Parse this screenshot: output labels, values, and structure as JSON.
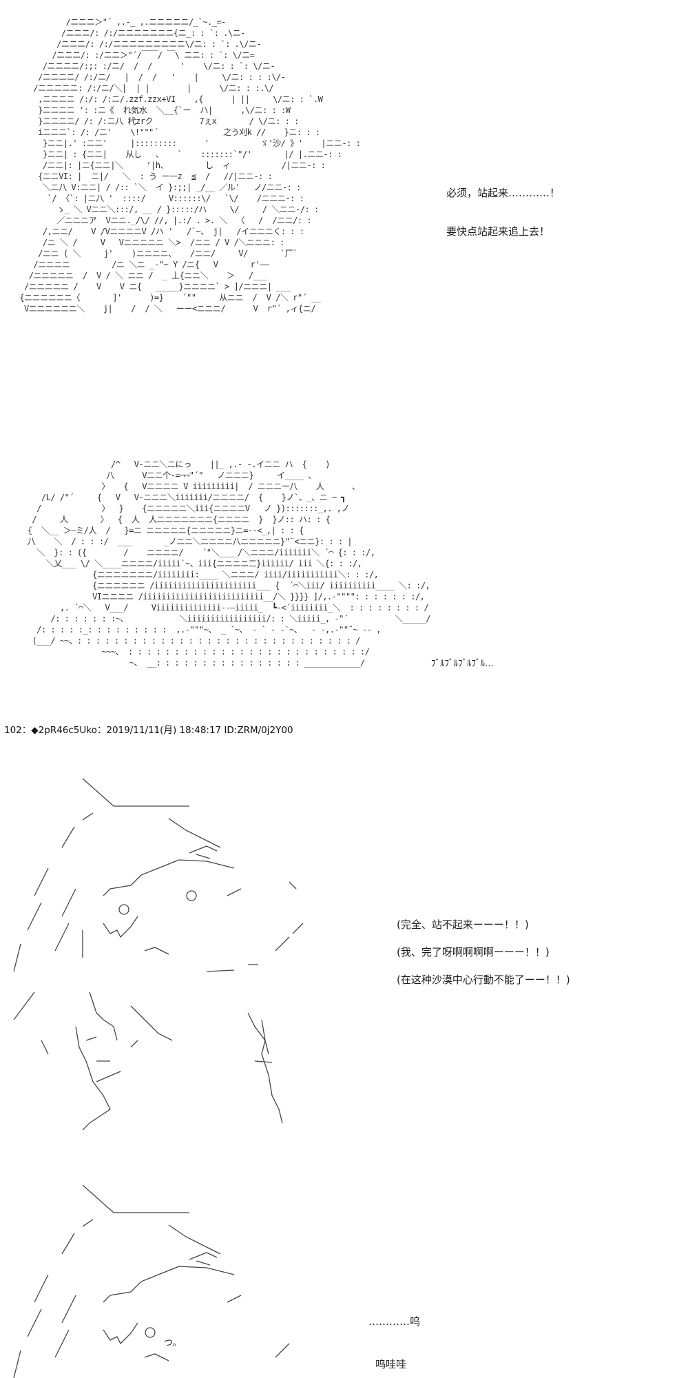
{
  "panel1": {
    "art_lines": [
      "             /ニニニ＞\"´ ,.-_ ,.ニニニニニ/_`~._=-",
      "            /ニニニ/: /:/ニニニニニニニ{ニ_: : `: .\\ニ-",
      "           /ニニニ/: /:/ニニニニニニニニニ\\/ニ: : `: .\\/ニ-",
      "          /ニニニ/: :/ニニ＞\"´/￣￣/ ￣\\ ニニ: : `: \\/ニ=",
      "        /ニニニニ/:;: :/ニ/  /  /      '    \\/ニ: : `: \\/ニ-",
      "       /ニニニニ/ /:/ニ/   |  /  /   '    |     \\/ニ: : : :\\/-",
      "      /ニニニニニ: /:/ニ/＼|  | |        |      \\/ニ: : :.\\/",
      "       ,ニニニニ /:/: /:ニ/.zzf.zzx+VI    ,{      | ||     \\/ニ: : `.W",
      "       }ニニニニ ': :ニ《  れ気水  ＼__{`ー  ハ|      ,\\/ニ: : :W",
      "       }ニニニニ/ /: /:ニ八 杙zrク          7ぇx       / \\/ニ: : :",
      "       iニニニ`: /: /ニ'    \\!\"\"\"´              之う刈k //    }ニ: : :",
      "        }ニニ|.' :ニニ'     |:::::::::      '           ゞ'沙/ 》'    |ニニ-: :",
      "        }ニニ| : {ニニ|    从し   、   `    :::::::`\"/'       |/ |.ニニ-: :",
      "        /ニニ|: |ニ{ニニ|＼     '|h、        し  ィ           /|ニニ-: :",
      "       {ニニVI: |  ニ|/   ＼  : う ー一z  ≦  /   //|ニニ-: :",
      "        ＼ニ八 V:ニニ| / /:: `＼  イ }:;;| _/__ ／ル'   ノ/ニニ-: :",
      "         `/ 〈`: |ニ八 '  ::::/     V::::::\\/   `\\/    /ニニニ-: :",
      "           ゝ_ ＼ Vニニ＼:::/, __ / }:::::/ハ     \\/     / ＼ニニ-/: :",
      "           ／ニニニア  Vニニ._/\\/ //, |.:/ . >. ＼  〈   /  /ニニ/: :",
      "        /,ニニ/    V /VニニニニV /ハ '   /`~、 j|   /イニニニく: : :",
      "        /ニ ＼ /     V   Vニニニニニ ＼>  /ニニ / V /＼ニニニ: :",
      "       /ニニ ( ＼     j'    )ニニニニ、   /ニニ/     V/       `厂`",
      "      /ニニニニ         /ニ ＼ニ _-\"~ Y /ニ{   V       r'――",
      "     /ニニニニニ  /  V / ＼ ニニ /  _ 丄{ニニ＼    ＞   /___",
      "    /ニニニニニ /    V    V ニ{   _____}ニニニニ` > ]/ニニニ| ___",
      "   {ニニニニニニ〈       ]'      )=}    ´\"\"     从ニニ  /  V /＼ r\"´ __",
      "    Vニニニニニニ＼    j|    /  / ＼   ーー<ニニニ/      V  r\"´ ,ィ{ニ/"
    ],
    "dialogue": [
      "必须，站起来…………！",
      "要快点站起来追上去！"
    ]
  },
  "panel2": {
    "art_lines": [
      "                       /^   V-ニニ＼ニにっ    ||_ ,.- -.イニニ ハ  {    )",
      "                      八      Vニニ个-=¬¬\"´\"   ノニニニ}     イ____ 、",
      "                     〉   {   Vニニニニ V iiiiiiiii|  / ニニニー八    人      、",
      "        /L/ /\"´     {   V   V-ニニニ＼iiiiiii/ニニニニ/  {    }ノ`、_、ニ ~ ┓",
      "       /             〉  }    {ニニニニニ＼iii{ニニニニV   ノ }):::::::_,. ,ノ",
      "      /     人       〉  {  人  人ニニニニニニニ{ニニニニ  }  }ノ:: ハ: : {",
      "     {  ＼__ ＞―ミ/人  /   }=ニ ニニニニニ{ニニニニニ}ニ=--<_,| : : {",
      "     八    ＼  / : : :/  ___       _ノニニ＼ニニニニ八ニニニニニ}\"¨<ニニ}: : : |",
      "       ＼  }: : ({        /    ニニニニ/    ´\"＼____/＼ニニニ/iiiiiii＼ ´⌒ {: : :/,",
      "         ＼乂___ \\/ ＼____ニニニニ/iiiii`~、iii{ニニニニ二}iiiiii/ iii ＼{: : :/,",
      "                   {ニニニニニニニ/iiiiiiii:____ ＼ニニニ/ iiii/iiiiiiiiiii＼: : :/,",
      "                   {ニニニニニニ /iiiiiiiiiiiiiiiiiiiiii___ {  ´⌒＼iii/ iiiiiiiiii____ ＼: :/,",
      "                   VIニニニニ /iiiiiiiiiiiiiiiiiiiiiiiiii__/＼ }}}} ]/,.-\"\"\"\": : : : : : :/,",
      "            ,. ´⌒＼   V___/     Viiiiiiiiiiiiii--―iiiii_  ┗-<´iiiiiiii_＼  : : : : : : : : /",
      "          /: : : : : : :~、           ＼iiiiiiiiiiiiiiiii/: : ＼iiiii_, -\"´          ＼_____/",
      "       /: : : : :_: : : : : : : : :  ,.-\"\"\"~、 _ `~、 - ` - -`~、  - -,.-\"\"¨~ -- ,",
      "      (___/ ~~、: : : : : : : : : : : : : : : : : : : : : : : : : : : : : : /",
      "                     ~~~、 : : : : : : : : : : : : : : : : : : : : : : : : : :/",
      "                           ~、 __: : : : : : : : : : : : : : : : ____________/"
    ],
    "sfx": "ﾌﾞﾙﾌﾞﾙﾌﾞﾙﾌﾞﾙ…"
  },
  "post": {
    "number": "102",
    "separator": "：",
    "trip": "◆2pR46c5Uko",
    "datetime": "：2019/11/11(月) 18:48:17 ID:ZRM/0j2Y00"
  },
  "panel3": {
    "dialogue": [
      "(完全、站不起来ーーー！！)",
      "(我、完了呀啊啊啊啊ーーー！！)",
      "(在这种沙漠中心行動不能了ーー！！)"
    ]
  },
  "panel4": {
    "face_text": "つ。",
    "dialogue": [
      "…………呜",
      "呜哇哇"
    ]
  }
}
